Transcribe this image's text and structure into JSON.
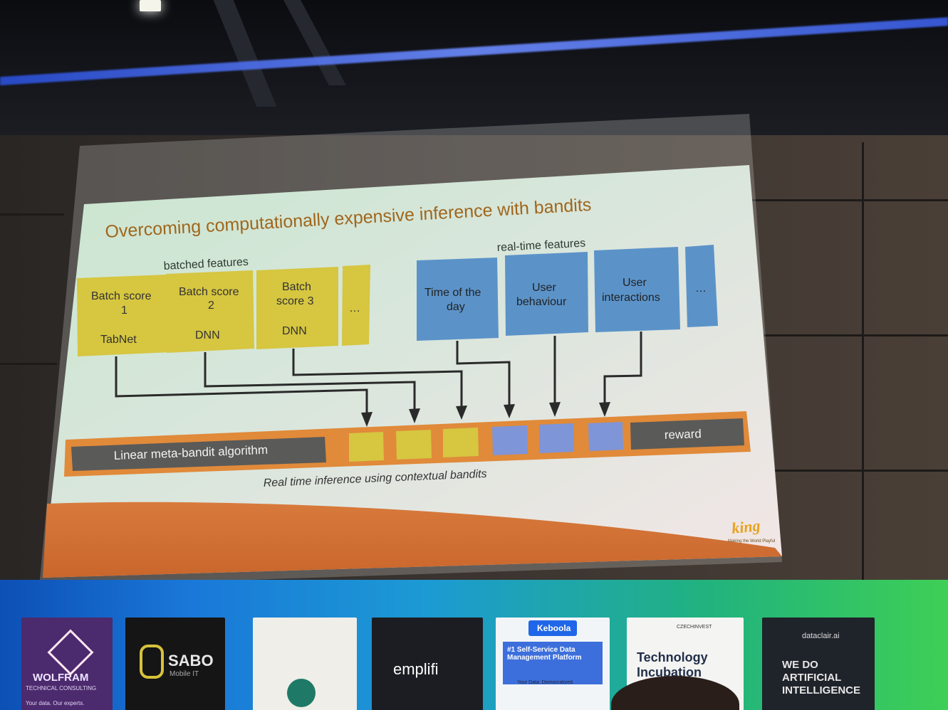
{
  "slide": {
    "title": "Overcoming computationally expensive inference with bandits",
    "batched_label": "batched features",
    "realtime_label": "real-time features",
    "batch_boxes": [
      {
        "line1": "Batch score",
        "line2": "1",
        "model": "TabNet"
      },
      {
        "line1": "Batch score",
        "line2": "2",
        "model": "DNN"
      },
      {
        "line1": "Batch",
        "line2": "score 3",
        "model": "DNN"
      },
      {
        "line1": "…",
        "line2": "",
        "model": ""
      }
    ],
    "realtime_boxes": [
      {
        "line1": "Time of the",
        "line2": "day"
      },
      {
        "line1": "User",
        "line2": "behaviour"
      },
      {
        "line1": "User",
        "line2": "interactions"
      },
      {
        "line1": "…",
        "line2": ""
      }
    ],
    "algorithm_label": "Linear meta-bandit algorithm",
    "reward_label": "reward",
    "caption": "Real time inference using contextual bandits",
    "logo_text": "king",
    "logo_tagline": "Making the World Playful",
    "colors": {
      "batch": "#d6c640",
      "realtime": "#5b93c9",
      "bar": "#e08a3a",
      "dark_block": "#5a5a58",
      "blue_square": "#7e95d8",
      "title": "#a0661c"
    }
  },
  "banners": [
    {
      "name": "WOLFRAM",
      "sub": "TECHNICAL CONSULTING",
      "extra": "Your data. Our experts."
    },
    {
      "name": "SABO",
      "sub": "Mobile IT"
    },
    {
      "name": "",
      "sub": ""
    },
    {
      "name": "emplifi",
      "sub": ""
    },
    {
      "name": "Keboola",
      "sub": "#1 Self-Service Data Management Platform",
      "extra": "Your Data. Democratized."
    },
    {
      "name": "Technology Incubation",
      "sub": "CZECHINVEST"
    },
    {
      "name": "dataclair.ai",
      "sub": "WE DO ARTIFICIAL INTELLIGENCE"
    }
  ]
}
